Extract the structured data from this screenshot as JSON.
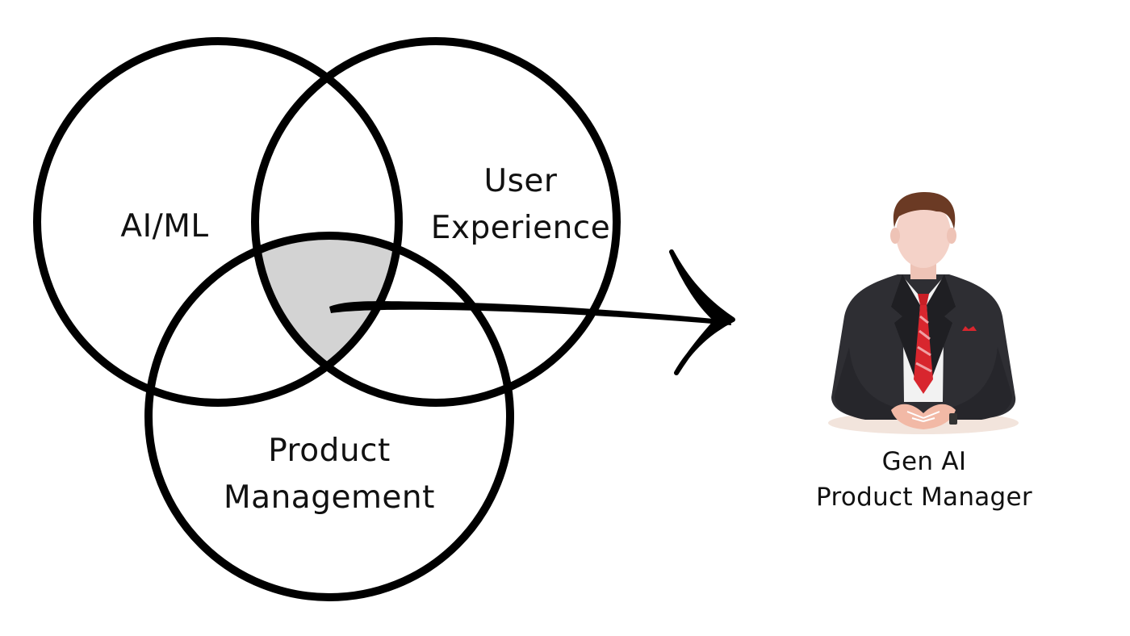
{
  "diagram": {
    "circles": [
      {
        "id": "ai-ml",
        "lines": [
          "AI/ML"
        ]
      },
      {
        "id": "user-experience",
        "lines": [
          "User",
          "Experience"
        ]
      },
      {
        "id": "product-management",
        "lines": [
          "Product",
          "Management"
        ]
      }
    ],
    "overlap_fill": "#d3d3d3",
    "stroke_color": "#000000"
  },
  "persona": {
    "illustration": "businessman-icon",
    "caption_lines": [
      "Gen AI",
      "Product Manager"
    ],
    "colors": {
      "hair": "#6b3a24",
      "skin": "#f4d2c8",
      "suit": "#2e2e33",
      "shirt": "#f2f2f2",
      "tie": "#d8262e"
    }
  }
}
